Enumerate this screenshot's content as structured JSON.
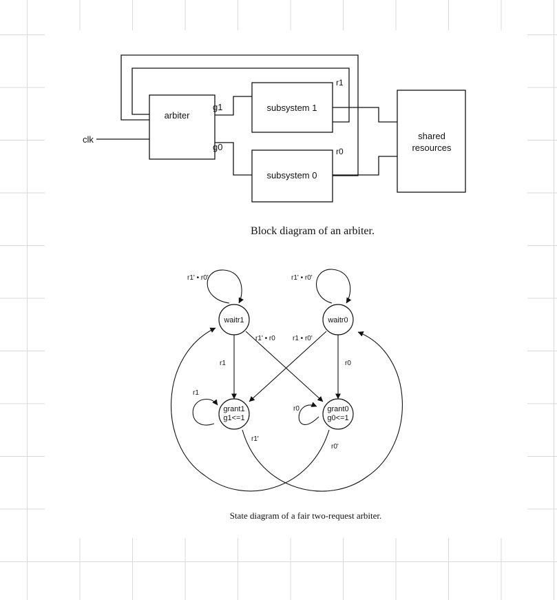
{
  "block_diagram": {
    "blocks": {
      "arbiter": "arbiter",
      "subsystem1": "subsystem 1",
      "subsystem0": "subsystem 0",
      "shared_line1": "shared",
      "shared_line2": "resources"
    },
    "signals": {
      "clk": "clk",
      "g1": "g1",
      "g0": "g0",
      "r1": "r1",
      "r0": "r0"
    },
    "caption": "Block diagram of an arbiter."
  },
  "state_diagram": {
    "states": {
      "waitr1": "waitr1",
      "waitr0": "waitr0",
      "grant1_line1": "grant1",
      "grant1_line2": "g1<=1",
      "grant0_line1": "grant0",
      "grant0_line2": "g0<=1"
    },
    "transitions": {
      "waitr1_self": "r1' • r0'",
      "waitr0_self": "r1' • r0'",
      "waitr1_to_grant0": "r1' • r0",
      "waitr0_to_grant1": "r1 • r0'",
      "waitr1_to_grant1": "r1",
      "waitr0_to_grant0": "r0",
      "grant1_self": "r1",
      "grant0_self": "r0",
      "grant1_to_waitr0": "r1'",
      "grant0_to_waitr1": "r0'"
    },
    "caption": "State diagram of a fair two-request arbiter."
  }
}
